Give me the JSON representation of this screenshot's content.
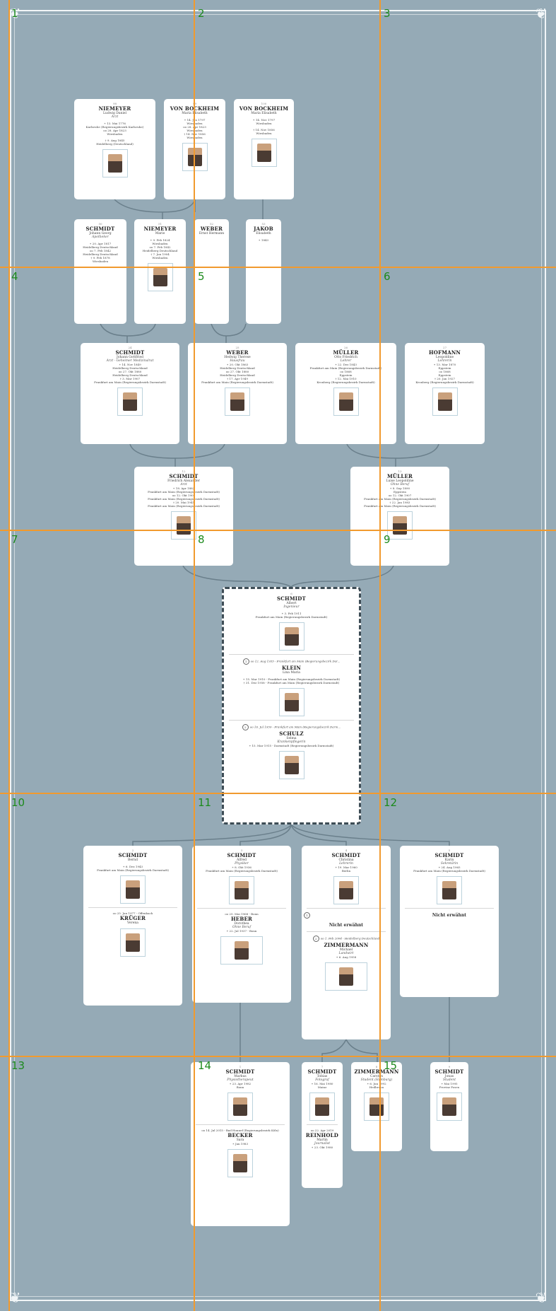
{
  "grid_labels": [
    "1",
    "2",
    "3",
    "4",
    "5",
    "6",
    "7",
    "8",
    "9",
    "10",
    "11",
    "12",
    "13",
    "14",
    "15"
  ],
  "persons": {
    "p1": {
      "num": "98",
      "surname": "NIEMEYER",
      "given": "Ludwig Daniel",
      "occupation": "Arzt",
      "e1": "∗ 13. Mai 1776",
      "e2": "Karlsruhe (Regierungsbezirk Karlsruhe)",
      "e3": "oo 28. Apr 1823",
      "e4": "Wiesbaden",
      "e5": "† 9. Aug 1845",
      "e6": "Heidelberg (Deutschland)"
    },
    "p2": {
      "num": "99",
      "surname": "VON BOCKHEIM",
      "given": "Maria Elisabeth",
      "e1": "∗ 14. Jun 1797",
      "e2": "Wiesbaden",
      "e3": "oo 28. Apr 1823",
      "e4": "Wiesbaden",
      "e5": "† 14. Nov 1856",
      "e6": "Wiesbaden"
    },
    "p3": {
      "num": "100",
      "surname": "VON BOCKHEIM",
      "given": "Maria Elisabeth",
      "e1": "∗ 14. Nov 1797",
      "e2": "Wiesbaden",
      "e5": "† 14. Nov 1856",
      "e6": "Wiesbaden"
    },
    "p4": {
      "num": "50",
      "surname": "SCHMIDT",
      "given": "Johann Georg",
      "occupation": "Apotheker",
      "e1": "∗ 20. Apr 1817",
      "e2": "Heidelberg Deutschland",
      "e3": "oo 7. Feb 1842",
      "e4": "Heidelberg Deutschland",
      "e5": "† 9. Feb 1878",
      "e6": "Wiesbaden"
    },
    "p5": {
      "num": "51",
      "surname": "NIEMEYER",
      "given": "Marie",
      "e1": "∗ 9. Feb 1824",
      "e2": "Wiesbaden",
      "e3": "oo 7. Feb 1842",
      "e4": "Heidelberg Deutschland",
      "e5": "† 7. Jun 1904",
      "e6": "Wiesbaden"
    },
    "p6": {
      "num": "52",
      "surname": "WEBER",
      "given": "Ernst Hermann"
    },
    "p7": {
      "num": "53",
      "surname": "JAKOB",
      "given": "Elisabeth",
      "e1": "∗ 1843"
    },
    "p8": {
      "num": "24",
      "surname": "SCHMIDT",
      "given": "Johann Gottfried",
      "occupation": "Arzt - Geheimer Medizinalrat",
      "e1": "∗ 14. Nov 1849",
      "e2": "Heidelberg Deutschland",
      "e3": "oo 27. Okt 1880",
      "e4": "Heidelberg Deutschland",
      "e5": "† 3. Mar 1907",
      "e6": "Frankfurt am Main (Regierungsbezirk Darmstadt)"
    },
    "p9": {
      "num": "25",
      "surname": "WEBER",
      "given": "Hedwig Therese",
      "occupation": "Hausfrau",
      "e1": "∗ 20. Okt 1863",
      "e2": "Heidelberg Deutschland",
      "e3": "oo 27. Okt 1880",
      "e4": "Heidelberg Deutschland",
      "e5": "† 17. Apr 1949",
      "e6": "Frankfurt am Main (Regierungsbezirk Darmstadt)"
    },
    "p10": {
      "num": "26",
      "surname": "MÜLLER",
      "given": "Otto Friedrich",
      "occupation": "Lehrer",
      "e1": "∗ 22. Dez 1843",
      "e2": "Frankfurt am Main (Regierungsbezirk Darmstadt)",
      "e3": "oo 1868",
      "e4": "Eppstein",
      "e5": "† 12. Mai 1910",
      "e6": "Kronberg (Regierungsbezirk Darmstadt)"
    },
    "p11": {
      "num": "27",
      "surname": "HOFMANN",
      "given": "Leopoldine",
      "occupation": "Lehrerin",
      "e1": "∗ 13. Mar 1870",
      "e2": "Eppstein",
      "e3": "oo 1868",
      "e4": "Eppstein",
      "e5": "† 20. Jan 1927",
      "e6": "Kronberg (Regierungsbezirk Darmstadt)"
    },
    "p12": {
      "num": "12",
      "surname": "SCHMIDT",
      "given": "Friedrich Alexander",
      "occupation": "Arzt",
      "e1": "∗ 18. Apr 1882",
      "e2": "Frankfurt am Main (Regierungsbezirk Darmstadt)",
      "e3": "oo 12. Okt 1907",
      "e4": "Frankfurt am Main (Regierungsbezirk Darmstadt)",
      "e5": "† 20. Mai 1945",
      "e6": "Frankfurt am Main (Regierungsbezirk Darmstadt)"
    },
    "p13": {
      "num": "13",
      "surname": "MÜLLER",
      "given": "Luise Leopoldine",
      "occupation": "Ohne Beruf",
      "e1": "∗ 8. Sep 1890",
      "e2": "Eppstein",
      "e3": "oo 12. Okt 1907",
      "e4": "Frankfurt am Main (Regierungsbezirk Darmstadt)",
      "e5": "† 22. Jan 1983",
      "e6": "Frankfurt am Main (Regierungsbezirk Darmstadt)"
    },
    "p14": {
      "num": "6",
      "surname": "SCHMIDT",
      "given": "Albert",
      "occupation": "Ingenieur",
      "e1": "∗ 3. Feb 1911",
      "e2": "Frankfurt am Main (Regierungsbezirk Darmstadt)",
      "m1_mark": "1",
      "m1_event": "oo 12. Aug 1935 - Frankfurt am Main (Regierungsbezirk Dar...",
      "m1_surname": "KLEIN",
      "m1_given": "Lina Maria",
      "m1_e1": "∗ 15. Mar 1910 - Frankfurt am Main (Regierungsbezirk Darmstadt)",
      "m1_e2": "† 31. Dez 1958 - Frankfurt am Main (Regierungsbezirk Darmstadt)",
      "m2_mark": "2",
      "m2_event": "oo 16. Jul 1959 - Frankfurt am Main (Regierungsbezirk Darm...",
      "m2_surname": "SCHULZ",
      "m2_given": "Selma",
      "m2_occ": "Krankenpflegerin",
      "m2_e1": "∗ 15. Mar 1915 - Darmstadt (Regierungsbezirk Darmstadt)"
    },
    "p15": {
      "num": "2",
      "surname": "SCHMIDT",
      "given": "Bernd",
      "e1": "∗ 6. Dez 1943",
      "e2": "Frankfurt am Main (Regierungsbezirk Darmstadt)",
      "sp_event": "oo 25. Jun 1977 - Offenbach",
      "sp_surname": "KRÜGER",
      "sp_given": "Verena"
    },
    "p16": {
      "num": "3",
      "surname": "SCHMIDT",
      "given": "Alfred",
      "occupation": "Physiker",
      "e1": "∗ 8. Okt 1936",
      "e2": "Frankfurt am Main (Regierungsbezirk Darmstadt)",
      "sp_event": "oo 25. Mai 1968 - Bonn",
      "sp_surname": "HEBER",
      "sp_given": "Dorothea",
      "sp_occ": "Ohne Beruf",
      "sp_e1": "∗ 22. Jul 1937 - Bonn"
    },
    "p17": {
      "num": "4",
      "surname": "SCHMIDT",
      "given": "Christina",
      "occupation": "Lehrerin",
      "e1": "∗ 19. Mar 1960",
      "e2": "Berlin",
      "m1_mark": "1",
      "nicht": "Nicht erwähnt",
      "m2_mark": "2",
      "m2_event": "oo 1. Feb 2004 - Heidelberg Deutschland",
      "m2_surname": "ZIMMERMANN",
      "m2_given": "Michael",
      "m2_occ": "Landwirt",
      "m2_e1": "∗ 6. Aug 1958"
    },
    "p18": {
      "num": "5",
      "surname": "SCHMIDT",
      "given": "Karin",
      "occupation": "Sekretärin",
      "e1": "∗ 24. Aug 1965",
      "e2": "Frankfurt am Main (Regierungsbezirk Darmstadt)",
      "nicht": "Nicht erwähnt"
    },
    "p19": {
      "num": "1",
      "surname": "SCHMIDT",
      "given": "Markus",
      "occupation": "Physiotherapeut",
      "e1": "∗ 23. Apr 1982",
      "e2": "Bonn",
      "sp_event": "oo 14. Jul 2015 - Bad Honnef (Regierungsbezirk Köln)",
      "sp_surname": "BECKER",
      "sp_given": "Sara",
      "sp_e1": "∗ Jan 1983"
    },
    "p20": {
      "num": "7",
      "surname": "SCHMIDT",
      "given": "Tobias",
      "occupation": "Fotograf",
      "e1": "∗ 16. Mai 1980",
      "e2": "Mainz",
      "sp_event": "oo 22. Apr 2019",
      "sp_surname": "REINHOLD",
      "sp_given": "Martin",
      "sp_occ": "Journalist",
      "sp_e1": "∗ 23. Okt 1980"
    },
    "p21": {
      "num": "8",
      "surname": "ZIMMERMANN",
      "given": "Carsten",
      "occupation": "Student (Hamburg)",
      "e1": "∗ 6. Jun 1992",
      "e2": "Heilbronn"
    },
    "p22": {
      "num": "9",
      "surname": "SCHMIDT",
      "given": "Jonas",
      "occupation": "Student",
      "e1": "∗ Mai 1995",
      "e2": "Provinz Posen"
    }
  }
}
